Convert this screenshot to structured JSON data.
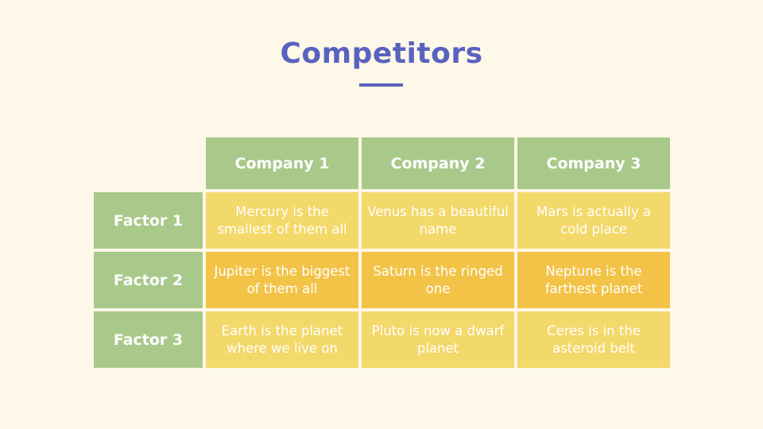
{
  "slide": {
    "title": "Competitors",
    "accent_color": "#5a62bf",
    "header_color": "#a9c98b",
    "cell_color_light": "#f3d86a",
    "cell_color_dark": "#f2c347"
  },
  "table": {
    "columns": [
      "Company 1",
      "Company 2",
      "Company 3"
    ],
    "rows": [
      {
        "label": "Factor 1",
        "cells": [
          "Mercury is the smallest of them all",
          "Venus has a beautiful name",
          "Mars is actually a cold place"
        ]
      },
      {
        "label": "Factor 2",
        "cells": [
          "Jupiter is the biggest of them all",
          "Saturn is the ringed one",
          "Neptune is the farthest planet"
        ]
      },
      {
        "label": "Factor 3",
        "cells": [
          "Earth is the planet where we live on",
          "Pluto is now a dwarf planet",
          "Ceres is in the asteroid belt"
        ]
      }
    ]
  }
}
